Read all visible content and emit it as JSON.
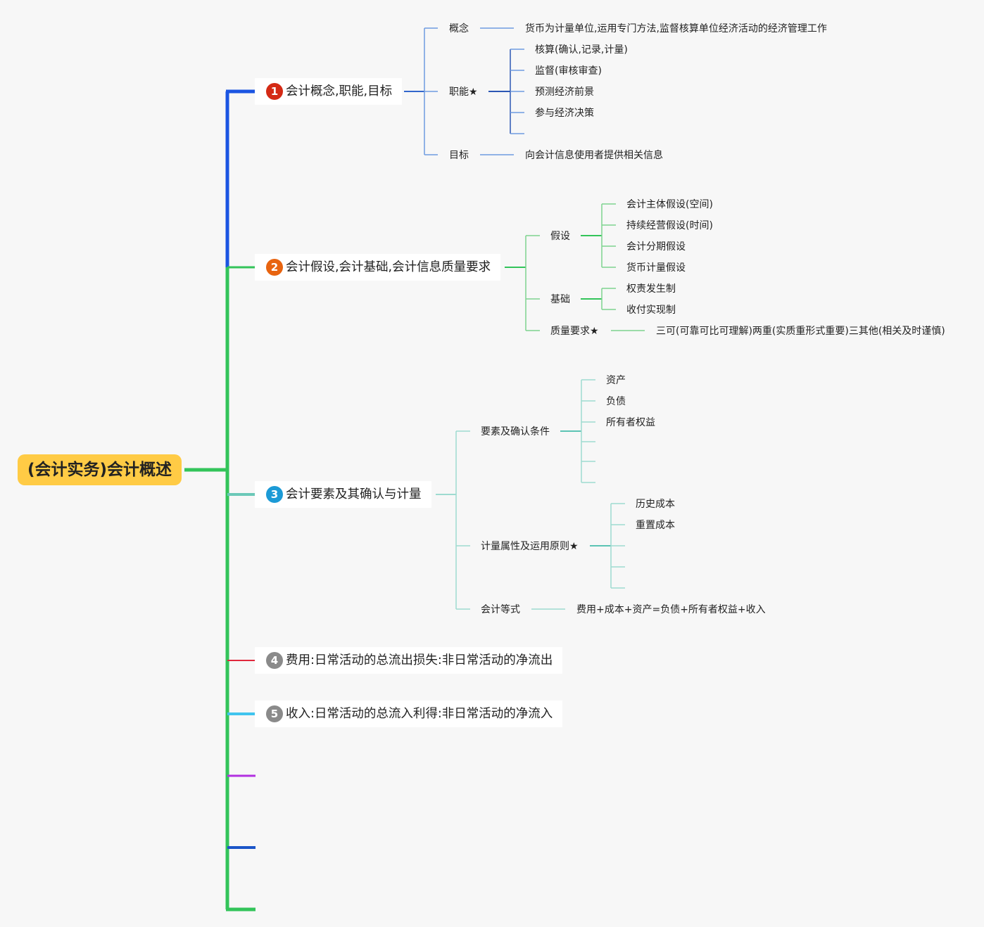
{
  "root": {
    "title": "(会计实务)会计概述",
    "color": "#ffcb45"
  },
  "branches": [
    {
      "badge": "1",
      "badge_color": "#d42a15",
      "label": "会计概念,职能,目标",
      "line_color": "#1b55e2",
      "children": [
        {
          "label": "概念",
          "leaf": "货币为计量单位,运用专门方法,监督核算单位经济活动的经济管理工作"
        },
        {
          "label": "职能★",
          "items": [
            "核算(确认,记录,计量)",
            "监督(审核审查)",
            "预测经济前景",
            "参与经济决策"
          ]
        },
        {
          "label": "目标",
          "leaf": "向会计信息使用者提供相关信息"
        }
      ]
    },
    {
      "badge": "2",
      "badge_color": "#e86410",
      "label": "会计假设,会计基础,会计信息质量要求",
      "line_color": "#33c45a",
      "children": [
        {
          "label": "假设",
          "items": [
            "会计主体假设(空间)",
            "持续经营假设(时间)",
            "会计分期假设",
            "货币计量假设"
          ]
        },
        {
          "label": "基础",
          "items": [
            "权责发生制",
            "收付实现制"
          ]
        },
        {
          "label": "质量要求★",
          "leaf": "三可(可靠可比可理解)两重(实质重形式重要)三其他(相关及时谨慎)"
        }
      ]
    },
    {
      "badge": "3",
      "badge_color": "#1c9ad6",
      "label": "会计要素及其确认与计量",
      "line_color": "#6bc8b8",
      "children": [
        {
          "label": "要素及确认条件",
          "items": [
            "资产",
            "负债",
            "所有者权益"
          ]
        },
        {
          "label": "计量属性及运用原则★",
          "items": [
            "历史成本",
            "重置成本"
          ]
        },
        {
          "label": "会计等式",
          "leaf": "费用+成本+资产=负债+所有者权益+收入"
        }
      ]
    },
    {
      "badge": "4",
      "badge_color": "#8a8a8a",
      "label": "费用:日常活动的总流出损失:非日常活动的净流出",
      "line_color": "#e0283c"
    },
    {
      "badge": "5",
      "badge_color": "#8a8a8a",
      "label": "收入:日常活动的总流入利得:非日常活动的净流入",
      "line_color": "#40c4ee"
    }
  ],
  "empty_branch_colors": [
    "#b230e0",
    "#1b55c8",
    "#33c45a"
  ],
  "trunk_color": "#33c45a"
}
